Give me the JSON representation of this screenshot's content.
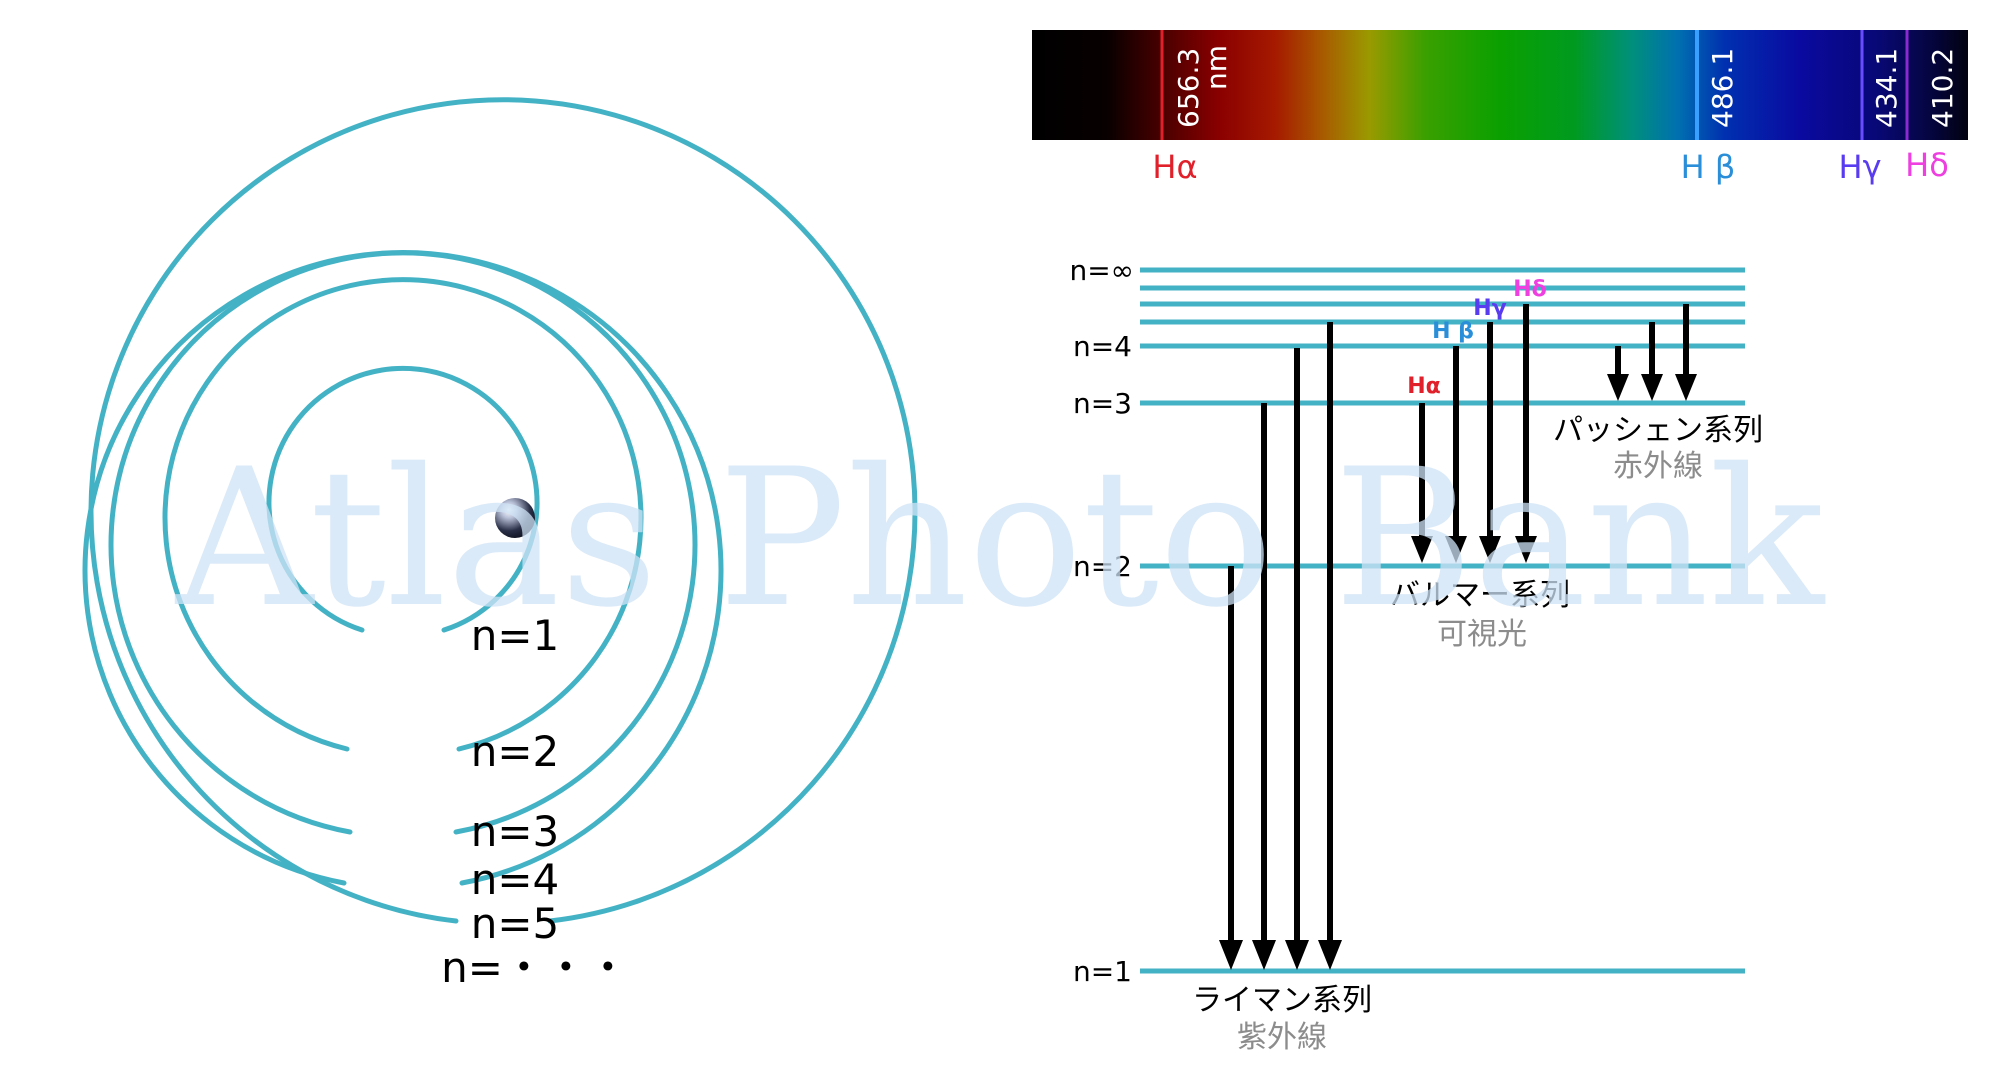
{
  "bohr_model": {
    "orbit_labels": [
      "n=1",
      "n=2",
      "n=3",
      "n=4",
      "n=5",
      "n=・・・"
    ]
  },
  "spectrum": {
    "wavelengths": {
      "h_alpha_value": "656.3",
      "h_alpha_unit": "nm",
      "h_beta": "486.1",
      "h_gamma": "434.1",
      "h_delta": "410.2"
    },
    "marker_labels": {
      "h_alpha": "Hα",
      "h_beta": "H β",
      "h_gamma": "Hγ",
      "h_delta": "Hδ"
    },
    "colors": {
      "h_alpha": "#e0202a",
      "h_beta": "#2a8fd8",
      "h_gamma": "#5a3cf0",
      "h_delta": "#ee3fe0"
    }
  },
  "energy_diagram": {
    "level_labels": {
      "n_inf": "n=∞",
      "n4": "n=4",
      "n3": "n=3",
      "n2": "n=2",
      "n1": "n=1"
    },
    "balmer_line_labels": {
      "h_alpha": "Hα",
      "h_beta": "H β",
      "h_gamma": "Hγ",
      "h_delta": "Hδ"
    },
    "series": {
      "lyman": {
        "name": "ライマン系列",
        "region": "紫外線"
      },
      "balmer": {
        "name": "バルマー系列",
        "region": "可視光"
      },
      "paschen": {
        "name": "パッシェン系列",
        "region": "赤外線"
      }
    },
    "colors": {
      "level_line": "#44b2c5",
      "arrow": "#000000"
    }
  },
  "watermark": "Atlas Photo Bank"
}
